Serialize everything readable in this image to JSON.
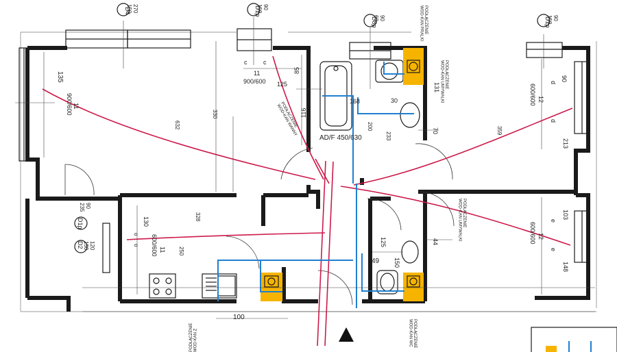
{
  "tags": {
    "top_d4": "D4",
    "top_d4_dims": "270\n150",
    "top_d1p": "D1p",
    "top_d1p_dims": "90\n150",
    "top_d8p": "D8p",
    "top_d8p_dims": "90\n60",
    "top_right_d1p": "D1p",
    "top_right_d1p_dims": "90\n150",
    "left_d1p": "D1p",
    "left_d1p_dims": "90\n235",
    "left_d2": "D2",
    "left_d2_dims": "120\n150"
  },
  "labels": {
    "conn_pralki": "PODŁĄCZENIE\nWOD-KAN PRALKI",
    "conn_umywalki_top": "PODŁĄCZENIE\nWOD-KAN UMYWALKI",
    "conn_wanny": "PODŁĄCZENIE\nWOD-KAN WANNY",
    "conn_umywalki_mid": "PODŁĄCZENIE\nWOD-KAN UMYWALKI",
    "conn_bottom_left": "PODŁĄCZENIE\nWOD-KAN Z",
    "conn_bottom_right": "PODŁĄCZENIE\nWOD-KAN WC",
    "radiator": "AD/F 450/630"
  },
  "radiators": [
    {
      "num": "11",
      "size": "900/600"
    },
    {
      "num": "11",
      "size": "900/600"
    },
    {
      "num": "12",
      "size": "600/600"
    },
    {
      "num": "12",
      "size": "600/600"
    },
    {
      "num": "11",
      "size": "600/600"
    }
  ],
  "dims": {
    "d135": "135",
    "d632": "632",
    "d330": "330",
    "dc1": "c",
    "dc2": "c",
    "d125": "125",
    "d85": "85",
    "d116": "116",
    "d168": "168",
    "d30": "30",
    "d131": "131",
    "d200": "200",
    "d233": "233",
    "d70": "70",
    "d359": "359",
    "d90": "90",
    "dd1": "d",
    "dd2": "d",
    "d213": "213",
    "d103": "103",
    "de1": "e",
    "de2": "e",
    "d148": "148",
    "d328": "328",
    "d130": "130",
    "do1": "o",
    "do2": "o",
    "d250": "250",
    "d125b": "125",
    "d44": "44",
    "d49": "49",
    "d150": "150",
    "d100": "100"
  }
}
